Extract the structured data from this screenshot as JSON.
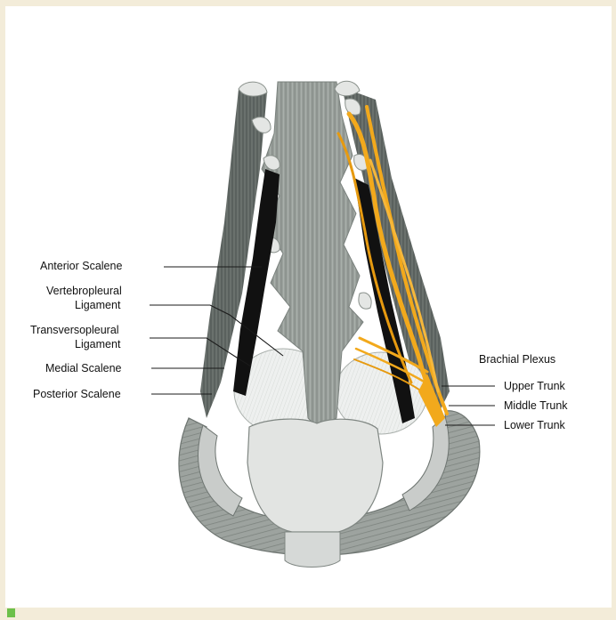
{
  "diagram": {
    "labels_left": {
      "anterior_scalene": "Anterior Scalene",
      "vertebropleural_1": "Vertebropleural",
      "vertebropleural_2": "Ligament",
      "transversopleural_1": "Transversopleural",
      "transversopleural_2": "Ligament",
      "medial_scalene": "Medial Scalene",
      "posterior_scalene": "Posterior Scalene"
    },
    "labels_right": {
      "brachial_plexus": "Brachial Plexus",
      "upper_trunk": "Upper Trunk",
      "middle_trunk": "Middle Trunk",
      "lower_trunk": "Lower Trunk"
    },
    "colors": {
      "page_background": "#f3ecd9",
      "frame": "#ffffff",
      "muscle_gray": "#8f9691",
      "muscle_dark": "#5f6763",
      "bone": "#dcdedc",
      "scalene_black": "#111111",
      "nerve_yellow": "#f2a91c",
      "corner_marker": "#6cc04a"
    }
  }
}
